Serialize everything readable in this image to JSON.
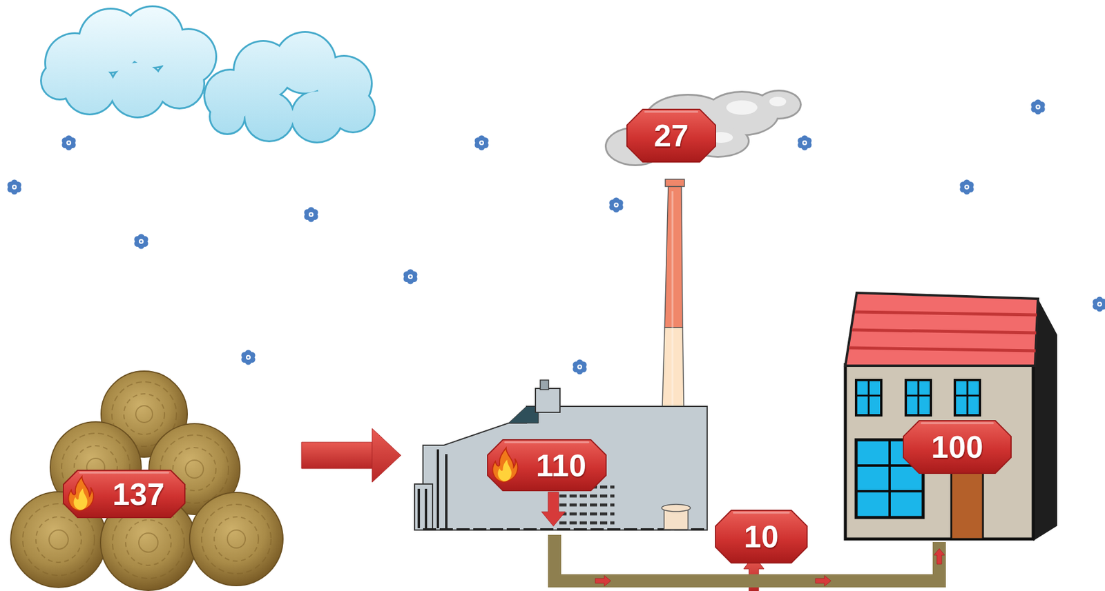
{
  "diagram": {
    "nodes": [
      {
        "text": [
          "137"
        ]
      },
      {
        "text": [
          "110"
        ]
      },
      {
        "text": [
          "27"
        ]
      },
      {
        "text": [
          "10"
        ]
      },
      {
        "text": [
          "100"
        ]
      }
    ],
    "edges": [
      {
        "from": 0,
        "to": 1,
        "arrow": "to"
      },
      {
        "from": 1,
        "to": 4,
        "arrow": "to"
      }
    ]
  }
}
